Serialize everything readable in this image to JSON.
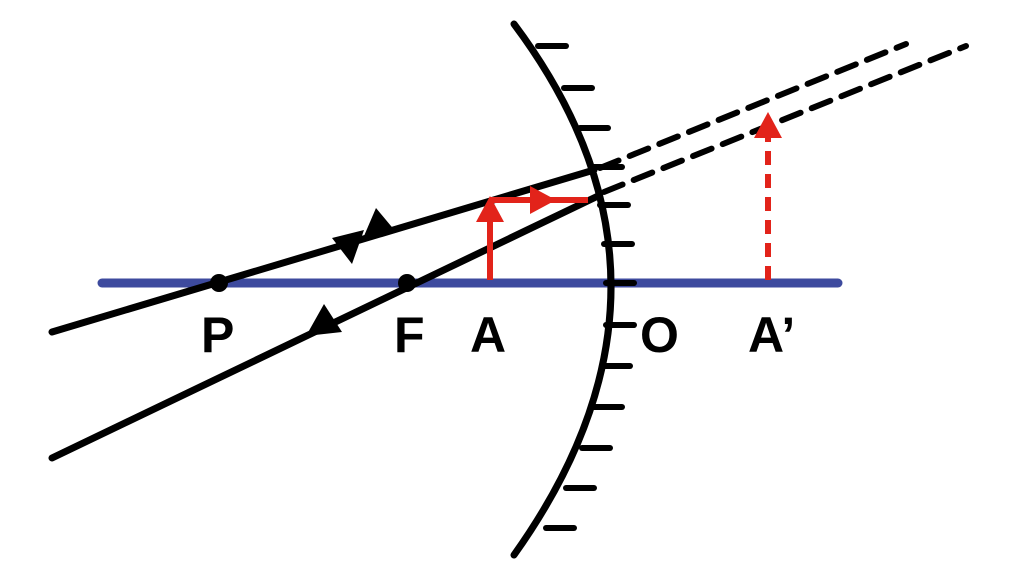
{
  "labels": {
    "P": "P",
    "F": "F",
    "A": "A",
    "O": "O",
    "A_prime": "A’"
  },
  "colors": {
    "axis": "#3d4a9e",
    "rays": "#000000",
    "object": "#e2231a",
    "mirror": "#000000",
    "background": "#ffffff"
  }
}
